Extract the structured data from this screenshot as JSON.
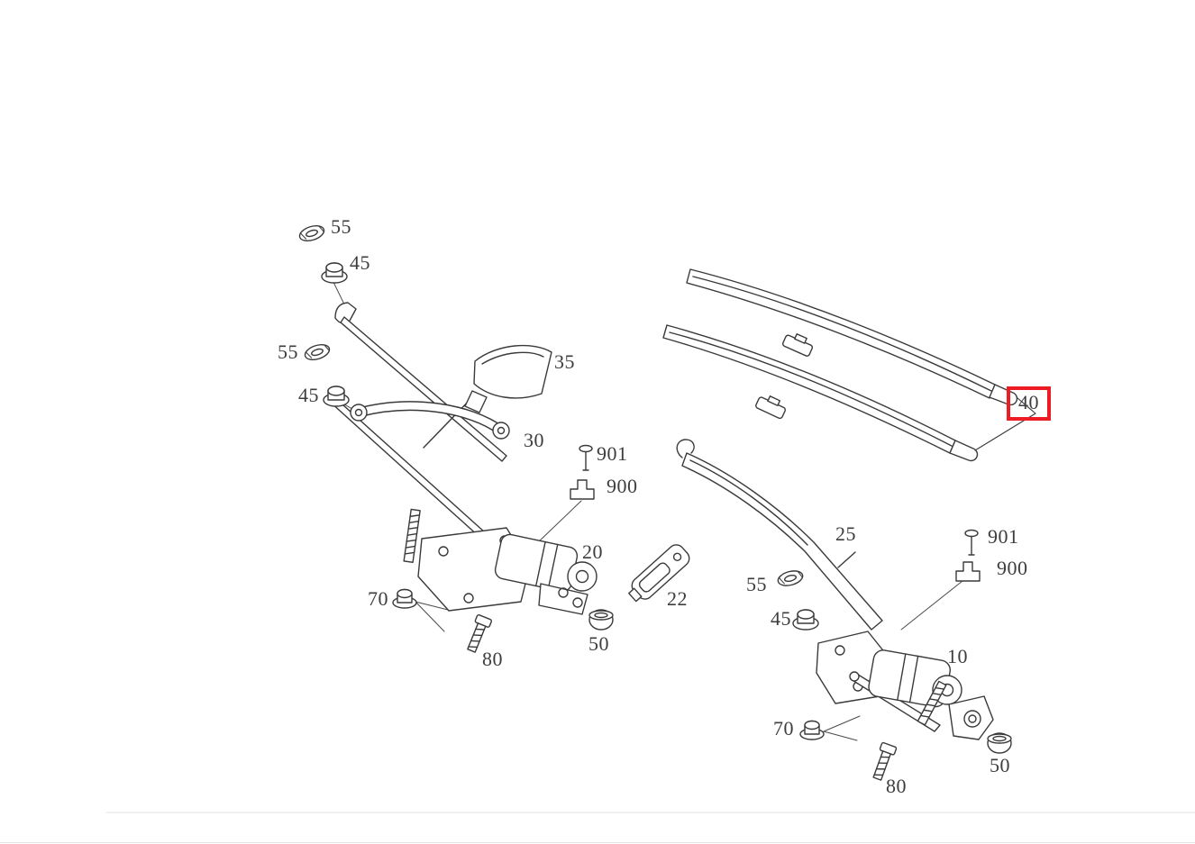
{
  "diagram_title": "",
  "highlight": {
    "part": "40",
    "box_color": "#ed1c24"
  },
  "callouts": [
    {
      "id": "grommet-upper-left",
      "part": "55"
    },
    {
      "id": "nut-upper-left",
      "part": "45"
    },
    {
      "id": "grommet-lower-left",
      "part": "55"
    },
    {
      "id": "nut-lower-left",
      "part": "45"
    },
    {
      "id": "cover-cap",
      "part": "35"
    },
    {
      "id": "linkage-rod",
      "part": "30"
    },
    {
      "id": "screw-left",
      "part": "901"
    },
    {
      "id": "clip-left",
      "part": "900"
    },
    {
      "id": "wiper-motor-left",
      "part": "20"
    },
    {
      "id": "hex-nut-left",
      "part": "70"
    },
    {
      "id": "bolt-left",
      "part": "80"
    },
    {
      "id": "cap-left",
      "part": "50"
    },
    {
      "id": "blade-adapter",
      "part": "22"
    },
    {
      "id": "wiper-blade-set",
      "part": "40",
      "highlighted": true
    },
    {
      "id": "wiper-arm",
      "part": "25"
    },
    {
      "id": "grommet-right",
      "part": "55"
    },
    {
      "id": "nut-right",
      "part": "45"
    },
    {
      "id": "screw-right",
      "part": "901"
    },
    {
      "id": "clip-right",
      "part": "900"
    },
    {
      "id": "wiper-motor-right",
      "part": "10"
    },
    {
      "id": "hex-nut-right",
      "part": "70"
    },
    {
      "id": "bolt-right",
      "part": "80"
    },
    {
      "id": "cap-right",
      "part": "50"
    }
  ]
}
